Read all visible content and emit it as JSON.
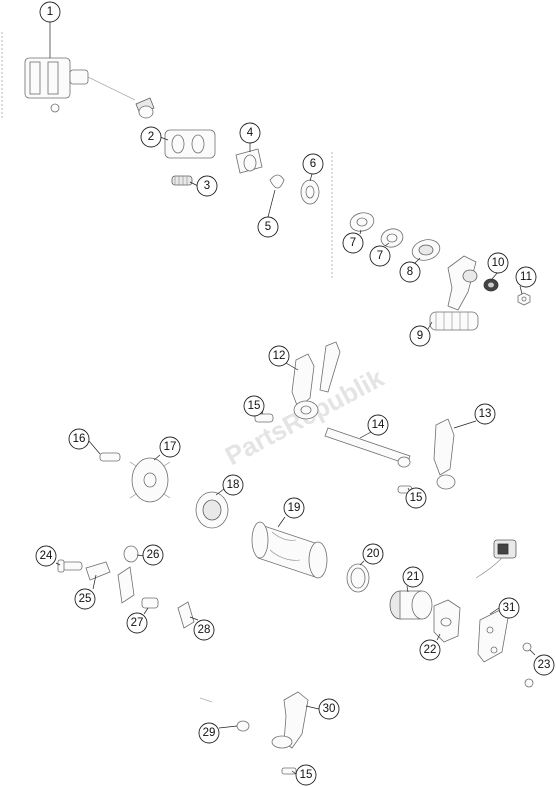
{
  "watermark": "PartsRepublik",
  "callouts": [
    {
      "label": "1"
    },
    {
      "label": "2"
    },
    {
      "label": "3"
    },
    {
      "label": "4"
    },
    {
      "label": "5"
    },
    {
      "label": "6"
    },
    {
      "label": "7"
    },
    {
      "label": "7"
    },
    {
      "label": "8"
    },
    {
      "label": "9"
    },
    {
      "label": "10"
    },
    {
      "label": "11"
    },
    {
      "label": "12"
    },
    {
      "label": "13"
    },
    {
      "label": "14"
    },
    {
      "label": "15"
    },
    {
      "label": "15"
    },
    {
      "label": "15"
    },
    {
      "label": "16"
    },
    {
      "label": "17"
    },
    {
      "label": "18"
    },
    {
      "label": "19"
    },
    {
      "label": "20"
    },
    {
      "label": "21"
    },
    {
      "label": "22"
    },
    {
      "label": "23"
    },
    {
      "label": "24"
    },
    {
      "label": "25"
    },
    {
      "label": "26"
    },
    {
      "label": "27"
    },
    {
      "label": "28"
    },
    {
      "label": "29"
    },
    {
      "label": "30"
    },
    {
      "label": "31"
    }
  ]
}
